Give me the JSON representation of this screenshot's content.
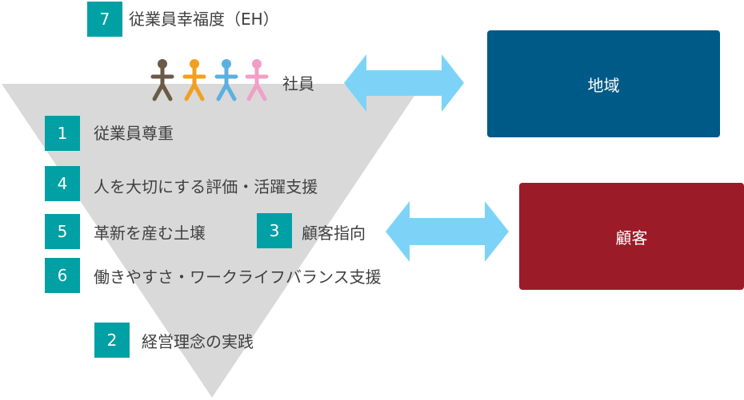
{
  "colors": {
    "teal": "#00A0A4",
    "triangle": "#D9D9D9",
    "arrow": "#7DD3F7",
    "region_box": "#005A87",
    "customer_box": "#9B1C28",
    "text": "#404040",
    "figure_brown": "#6B5A48",
    "figure_orange": "#F0A020",
    "figure_blue": "#5BB0E0",
    "figure_pink": "#F0A0C8"
  },
  "top_item": {
    "number": "7",
    "label": "従業員幸福度（EH）"
  },
  "employee": {
    "label": "社員",
    "icon": "people-icon"
  },
  "items": [
    {
      "number": "1",
      "label": "従業員尊重"
    },
    {
      "number": "4",
      "label": "人を大切にする評価・活躍支援"
    },
    {
      "number": "5",
      "label": "革新を産む土壌"
    },
    {
      "number": "3",
      "label": "顧客指向"
    },
    {
      "number": "6",
      "label": "働きやすさ・ワークライフバランス支援"
    },
    {
      "number": "2",
      "label": "経営理念の実践"
    }
  ],
  "boxes": {
    "region": "地域",
    "customer": "顧客"
  },
  "arrows": [
    "double-arrow-icon",
    "double-arrow-icon"
  ]
}
